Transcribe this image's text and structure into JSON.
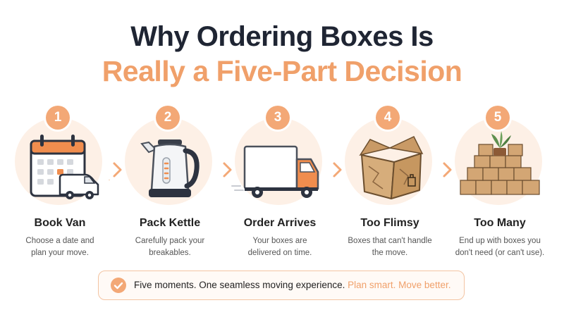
{
  "title": {
    "line1": "Why Ordering Boxes Is",
    "line2": "Really a Five-Part Decision"
  },
  "steps": [
    {
      "number": "1",
      "title": "Book Van",
      "desc_line1": "Choose a date and",
      "desc_line2": "plan your move.",
      "icon": "calendar-van-icon"
    },
    {
      "number": "2",
      "title": "Pack Kettle",
      "desc_line1": "Carefully pack your",
      "desc_line2": "breakables.",
      "icon": "kettle-icon"
    },
    {
      "number": "3",
      "title": "Order Arrives",
      "desc_line1": "Your boxes are",
      "desc_line2": "delivered on time.",
      "icon": "delivery-truck-icon"
    },
    {
      "number": "4",
      "title": "Too Flimsy",
      "desc_line1": "Boxes that can't handle",
      "desc_line2": "the move.",
      "icon": "damaged-box-icon"
    },
    {
      "number": "5",
      "title": "Too Many",
      "desc_line1": "End up with boxes you",
      "desc_line2": "don't need (or can't use).",
      "icon": "box-pile-icon"
    }
  ],
  "footer": {
    "text": "Five moments. One seamless moving experience.",
    "accent": "Plan smart. Move better."
  },
  "colors": {
    "accent": "#f3a876",
    "accent_text": "#f0a06a",
    "circle_bg": "#fdf0e6",
    "title": "#1f2533"
  }
}
